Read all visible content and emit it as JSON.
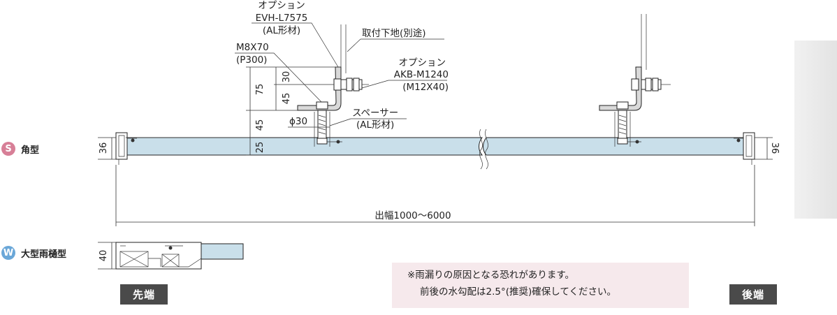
{
  "labels": {
    "option1_title": "オプション",
    "option1_code": "EVH-L7575",
    "option1_material": "(AL形材)",
    "mounting_base": "取付下地(別途)",
    "bolt_spec": "M8X70",
    "bolt_pitch": "(P300)",
    "option2_title": "オプション",
    "option2_code": "AKB-M1240",
    "option2_size": "(M12X40)",
    "spacer_name": "スペーサー",
    "spacer_material": "(AL形材)",
    "phi": "ϕ30",
    "width_range": "出幅1000〜6000"
  },
  "dimensions": {
    "d30": "30",
    "d75": "75",
    "d45_upper": "45",
    "d45_lower": "45",
    "d25": "25",
    "d36_left": "36",
    "d36_right": "36",
    "d40": "40"
  },
  "legend": [
    {
      "letter": "S",
      "label": "角型",
      "color": "#d77f97"
    },
    {
      "letter": "W",
      "label": "大型雨樋型",
      "color": "#6aa7d8"
    }
  ],
  "ends": {
    "front": "先端",
    "rear": "後端"
  },
  "notice": {
    "line1": "※雨漏りの原因となる恐れがあります。",
    "line2": "前後の水勾配は2.5°(推奨)確保してください。"
  },
  "colors": {
    "panel_fill": "#c9dfea",
    "notice_bg": "#f6e9ec",
    "end_label_bg": "#4a4a4a",
    "side_panel": "#e8e8e8"
  }
}
